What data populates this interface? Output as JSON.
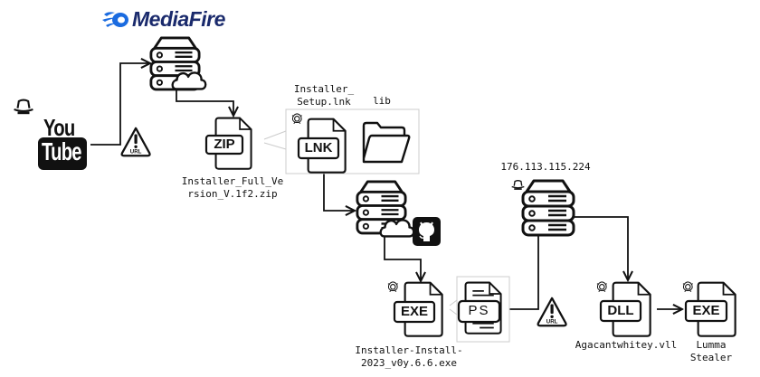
{
  "title": "Lumma Stealer infection chain via YouTube and MediaFire",
  "brand": {
    "name": "MediaFire",
    "color": "#1a2a6c",
    "flame_color": "#1a6be0"
  },
  "youtube": {
    "top": "You",
    "bottom": "Tube"
  },
  "warnings": [
    {
      "label": "URL"
    },
    {
      "label": "URL"
    }
  ],
  "files": {
    "zip": {
      "type": "ZIP",
      "name": "Installer_Full_Ve\nrsion_V.1f2.zip"
    },
    "lnk": {
      "type": "LNK",
      "name": "Installer_\nSetup.lnk"
    },
    "folder": {
      "name": "lib"
    },
    "exe1": {
      "type": "EXE",
      "name": "Installer-Install-\n2023_v0y.6.6.exe"
    },
    "ps": {
      "type": "PS"
    },
    "dll": {
      "type": "DLL",
      "name": "Agacantwhitey.vll"
    },
    "exe2": {
      "type": "EXE",
      "name": "Lumma\nStealer"
    }
  },
  "servers": {
    "c2": {
      "ip": "176.113.115.224"
    }
  }
}
